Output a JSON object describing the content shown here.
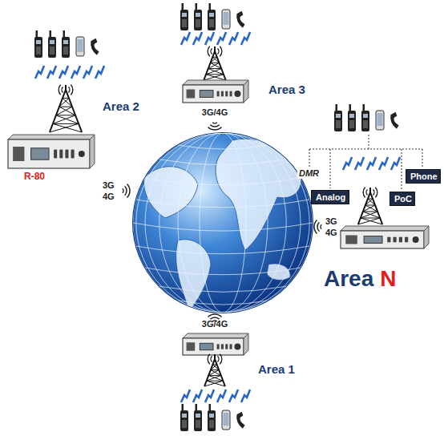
{
  "diagram": {
    "nodes": [
      {
        "text": [
          "Analog"
        ]
      },
      {
        "text": [
          "PoC"
        ]
      },
      {
        "text": [
          "Phone"
        ]
      }
    ],
    "labels": [
      "Area 3",
      "3G/4G",
      "Area 2",
      "3G",
      "4G",
      "R-80",
      "3G",
      "4G",
      "DMR",
      "Area",
      "N",
      "3G/4G",
      "Area 1"
    ]
  }
}
